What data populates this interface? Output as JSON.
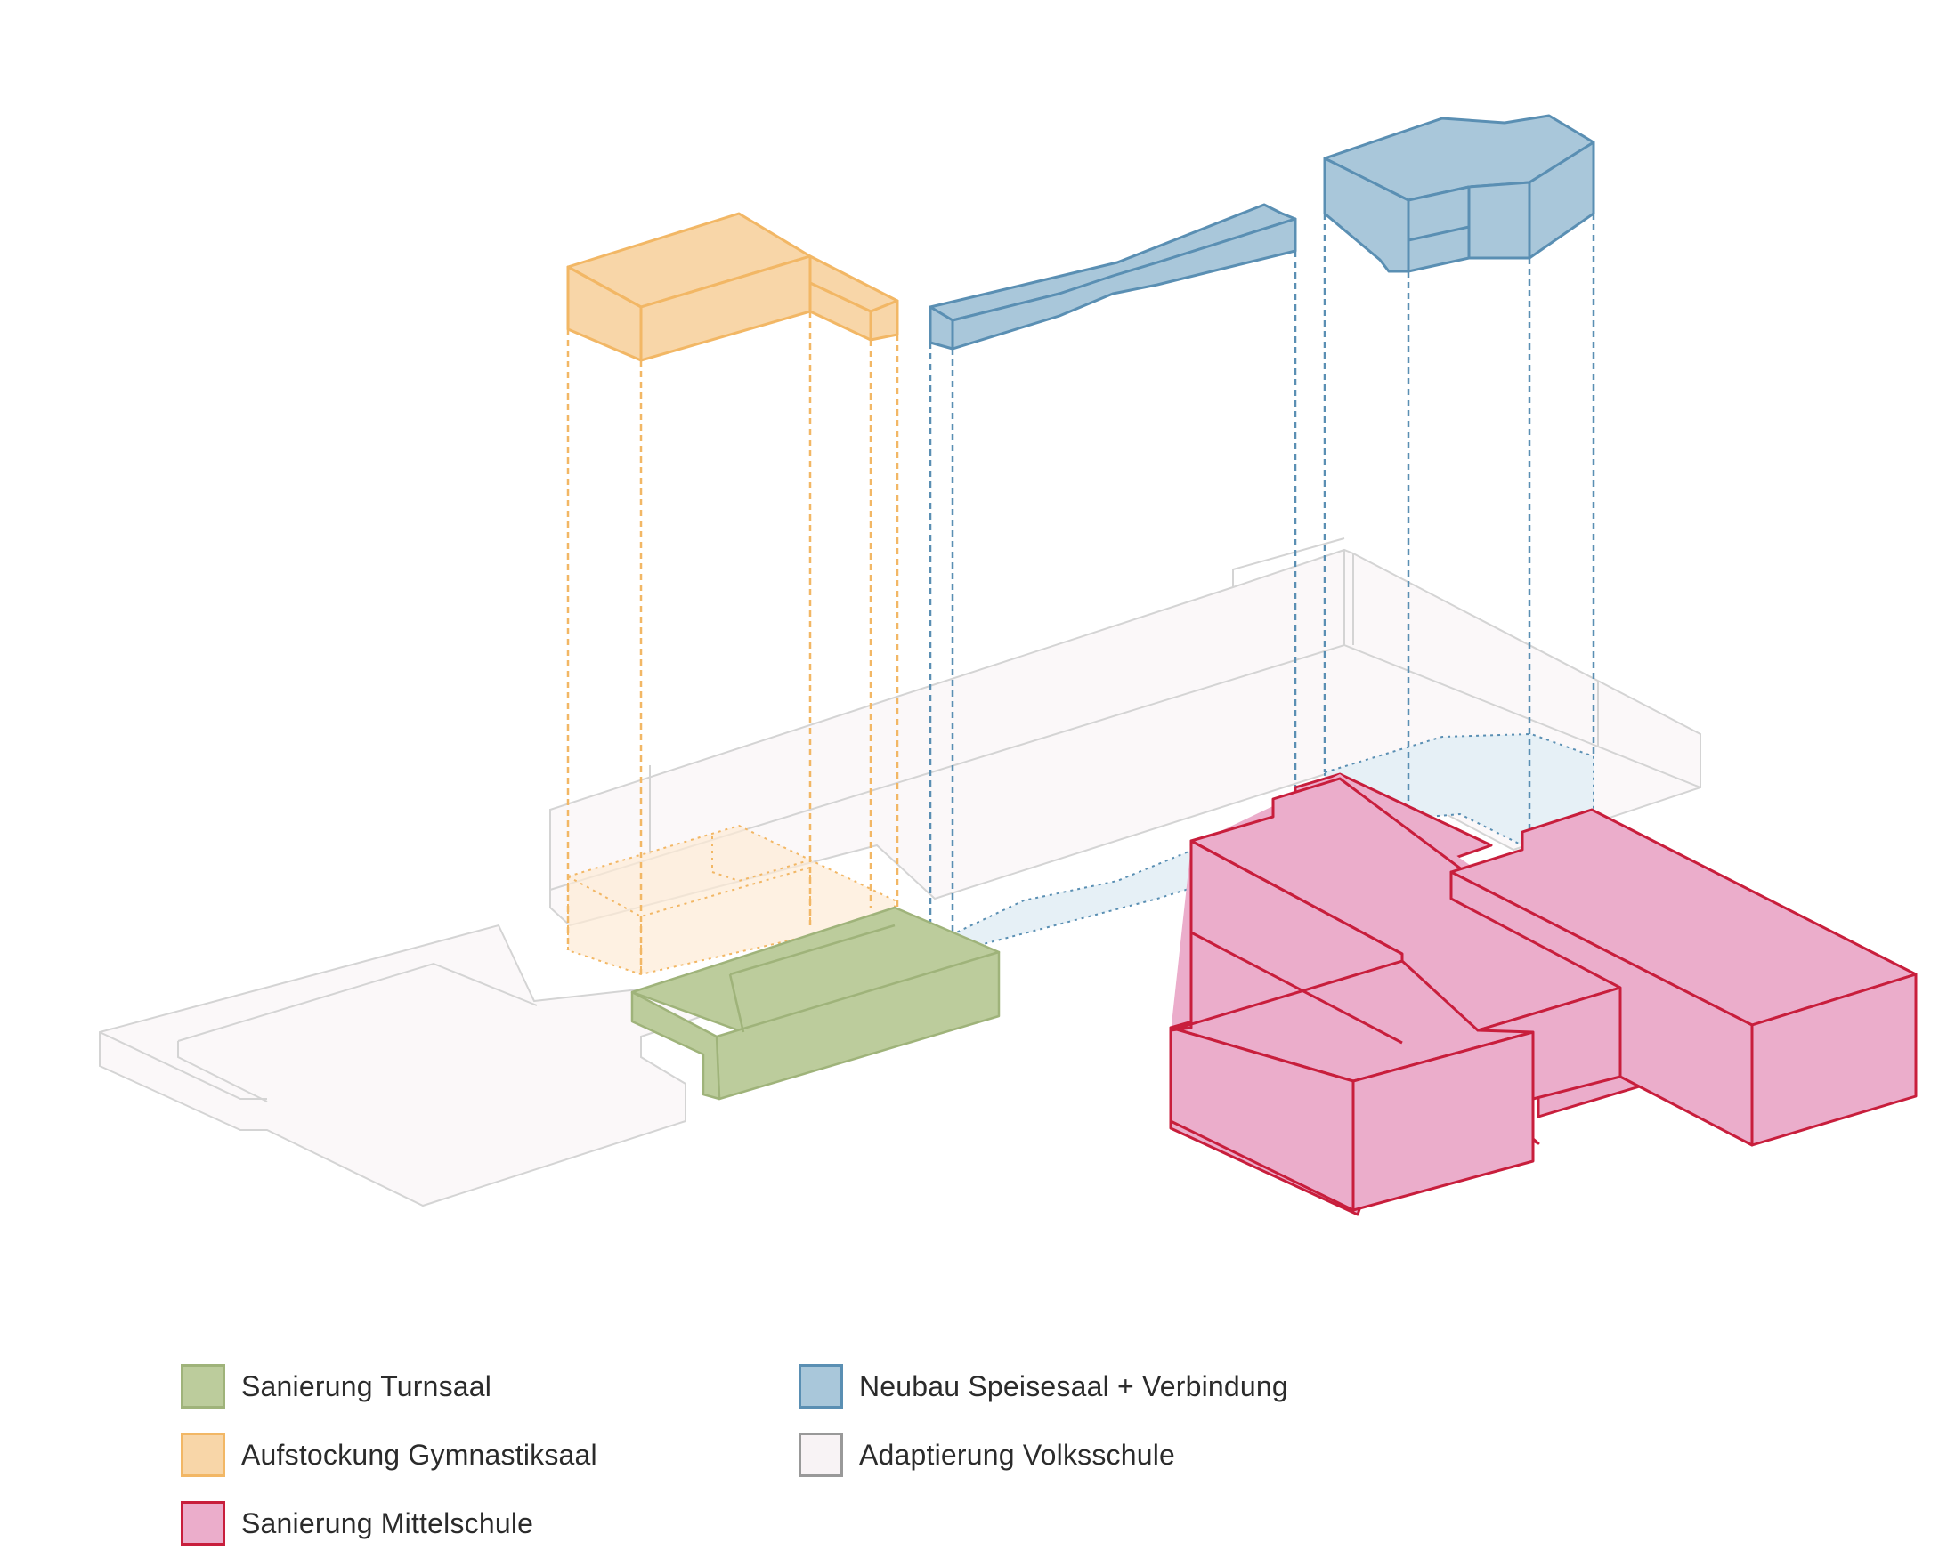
{
  "legend": [
    {
      "label": "Sanierung Turnsaal",
      "fill": "#bccc9c",
      "stroke": "#9fb37a"
    },
    {
      "label": "Aufstockung Gymnastiksaal",
      "fill": "#f8d6a8",
      "stroke": "#f2b765"
    },
    {
      "label": "Sanierung Mittelschule",
      "fill": "#ebadcb",
      "stroke": "#c81e3c"
    },
    {
      "label": "Neubau Speisesaal + Verbindung",
      "fill": "#a9c7da",
      "stroke": "#5a8fb3"
    },
    {
      "label": "Adaptierung Volksschule",
      "fill": "#f8f3f5",
      "stroke": "#999999"
    }
  ]
}
